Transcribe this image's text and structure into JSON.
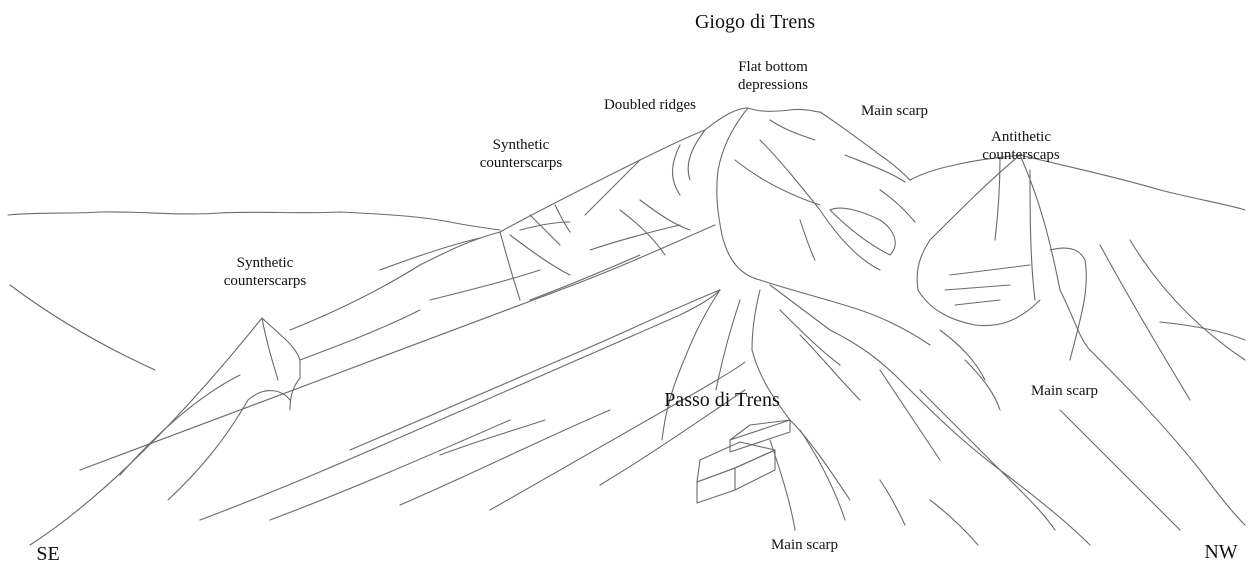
{
  "labels": {
    "giogo": "Giogo di Trens",
    "flat_bottom_1": "Flat bottom",
    "flat_bottom_2": "depressions",
    "doubled_ridges": "Doubled ridges",
    "main_scarp_top": "Main scarp",
    "antithetic_1": "Antithetic",
    "antithetic_2": "counterscaps",
    "synthetic_upper_1": "Synthetic",
    "synthetic_upper_2": "counterscarps",
    "synthetic_lower_1": "Synthetic",
    "synthetic_lower_2": "counterscarps",
    "passo": "Passo di Trens",
    "main_scarp_right": "Main scarp",
    "main_scarp_bottom": "Main scarp",
    "se": "SE",
    "nw": "NW"
  }
}
